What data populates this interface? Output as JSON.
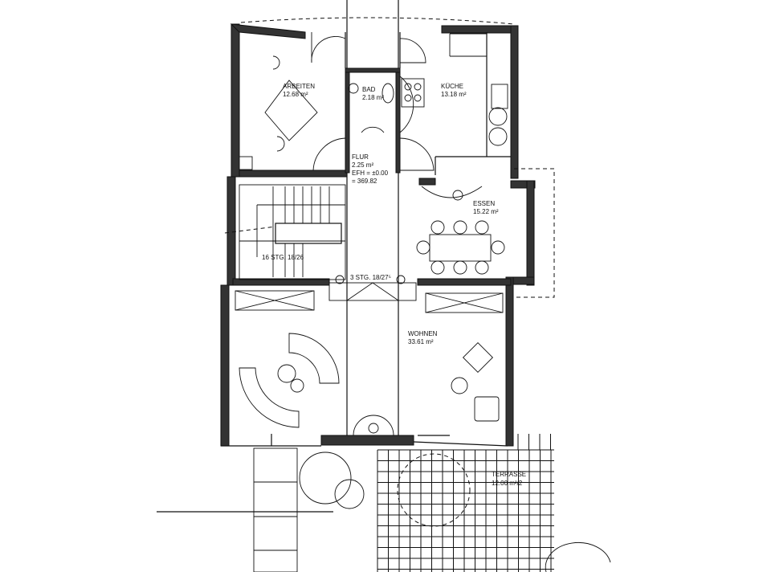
{
  "plan": {
    "rooms": [
      {
        "name": "ARBEITEN",
        "area": "12.68 m²"
      },
      {
        "name": "BAD",
        "area": "2.18 m²"
      },
      {
        "name": "KÜCHE",
        "area": "13.18 m²"
      },
      {
        "name": "FLUR",
        "area": "2.25 m²"
      },
      {
        "name": "ESSEN",
        "area": "15.22 m²"
      },
      {
        "name": "WOHNEN",
        "area": "33.61 m²"
      },
      {
        "name": "TERRASSE",
        "area": "12.00 m²/2"
      }
    ],
    "flur_level": "EFH = ±0.00",
    "flur_elevation": "= 369.82",
    "stair_main": "16 STG. 18/26",
    "stair_small": "3 STG. 18/27⁵"
  }
}
